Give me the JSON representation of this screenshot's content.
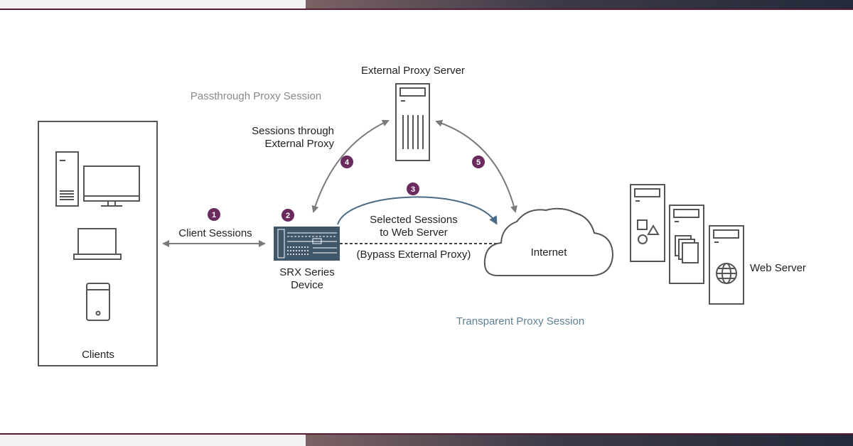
{
  "colors": {
    "badge": "#6a2a5e",
    "gray_arrow": "#7a7a7a",
    "blue_arrow": "#4b6b84",
    "outline": "#555555",
    "transparent_label": "#5d7f95",
    "passthrough_label": "#8a8a8a"
  },
  "labels": {
    "external_proxy_server": "External Proxy Server",
    "passthrough_session": "Passthrough Proxy Session",
    "sessions_through_1": "Sessions through",
    "sessions_through_2": "External Proxy",
    "client_sessions": "Client Sessions",
    "srx_line1": "SRX Series",
    "srx_line2": "Device",
    "selected_1": "Selected Sessions",
    "selected_2": "to Web Server",
    "bypass": "(Bypass External Proxy)",
    "internet": "Internet",
    "web_server": "Web Server",
    "transparent_session": "Transparent Proxy Session",
    "clients": "Clients"
  },
  "badges": [
    "1",
    "2",
    "3",
    "4",
    "5"
  ],
  "icons": [
    "tower-pc-icon",
    "monitor-icon",
    "laptop-icon",
    "phone-icon",
    "proxy-server-icon",
    "srx-device-icon",
    "cloud-icon",
    "server-shapes-icon",
    "server-documents-icon",
    "server-globe-icon"
  ]
}
